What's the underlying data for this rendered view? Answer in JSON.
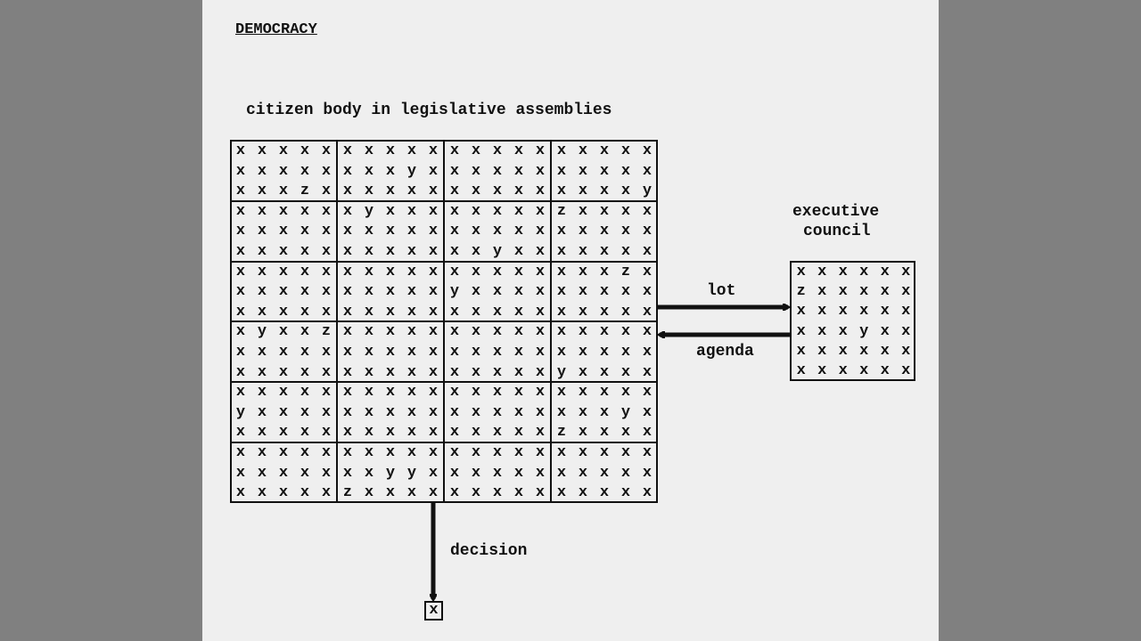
{
  "title": "DEMOCRACY",
  "assembly_label": "citizen body in legislative assemblies",
  "council_label_line1": "executive",
  "council_label_line2": "council",
  "lot_label": "lot",
  "agenda_label": "agenda",
  "decision_label": "decision",
  "decision_box": "x",
  "assembly_grid": [
    "xxxxxxxxxxxxxxxxxxxx",
    "xxxxxxxxyxxxxxxxxxxx",
    "xxxzxxxxxxxxxxxxxxxy",
    "xxxxxxyxxxxxxxxzxxxx",
    "xxxxxxxxxxxxxxxxxxxx",
    "xxxxxxxxxxxxyxxxxxxx",
    "xxxxxxxxxxxxxxxxxxzx",
    "xxxxxxxxxxyxxxxxxxxx",
    "xxxxxxxxxxxxxxxxxxxx",
    "xyxxzxxxxxxxxxxxxxxx",
    "xxxxxxxxxxxxxxxxxxxx",
    "xxxxxxxxxxxxxxxyxxxx",
    "xxxxxxxxxxxxxxxxxxxx",
    "yxxxxxxxxxxxxxxxxxyx",
    "xxxxxxxxxxxxxxxzxxxx",
    "xxxxxxxxxxxxxxxxxxxx",
    "xxxxxxxyyxxxxxxxxxxx",
    "xxxxxzxxxxxxxxxxxxxx"
  ],
  "council_grid": [
    "xxxxxx",
    "zxxxxx",
    "xxxxxx",
    "xxxyxx",
    "xxxxxx",
    "xxxxxx"
  ]
}
